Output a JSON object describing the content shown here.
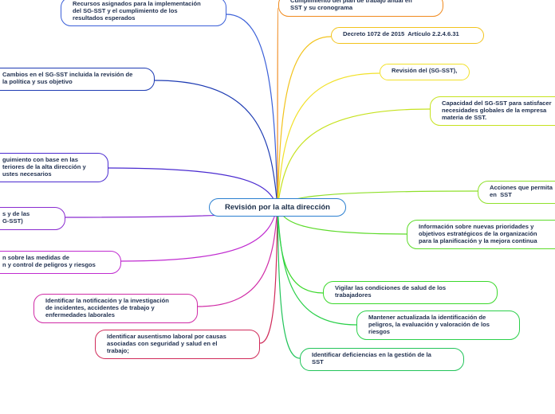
{
  "central": {
    "label": "Revisión por la alta dirección"
  },
  "nodes": [
    {
      "id": "recursos",
      "color": "#3a5fd8",
      "label": "Recursos asignados para la implementación\ndel SG-SST y el cumplimiento de los\nresultados esperados"
    },
    {
      "id": "cambios",
      "color": "#1d3bb3",
      "label": "Cambios en el SG-SST incluida la revisión de\nla política y sus objetivo"
    },
    {
      "id": "seguimiento",
      "color": "#4a2bd0",
      "label": "guimiento con base en las\nteriores de la alta dirección y\nustes necesarios"
    },
    {
      "id": "ley",
      "color": "#8a2bd0",
      "label": "s y de las\nG-SST)"
    },
    {
      "id": "medidas",
      "color": "#c02bd0",
      "label": "n sobre las medidas de\nn y control de peligros y riesgos"
    },
    {
      "id": "notificacion",
      "color": "#d02ba6",
      "label": "Identificar la notificación y la investigación\nde incidentes, accidentes de trabajo y\nenfermedades laborales"
    },
    {
      "id": "ausentismo",
      "color": "#d02b5a",
      "label": "Identificar ausentismo laboral por causas\nasociadas con seguridad y salud en el\ntrabajo;"
    },
    {
      "id": "cumplimiento",
      "color": "#f08a1e",
      "label": "Cumplimiento del plan de trabajo anual en\nSST y su cronograma"
    },
    {
      "id": "decreto",
      "color": "#f2c31c",
      "label": "Decreto 1072 de 2015  Artículo 2.2.4.6.31"
    },
    {
      "id": "revision",
      "color": "#f2e12a",
      "label": "Revisión del (SG-SST),"
    },
    {
      "id": "capacidad",
      "color": "#c6e21e",
      "label": "Capacidad del SG-SST para satisfacer\nnecesidades globales de la empresa\nmateria de SST."
    },
    {
      "id": "acciones",
      "color": "#8fe02a",
      "label": "Acciones que permita\nen  SST"
    },
    {
      "id": "informacion",
      "color": "#5ddb2a",
      "label": "Información sobre nuevas prioridades y\nobjetivos estratégicos de la organización\npara la planificación y la mejora continua"
    },
    {
      "id": "vigilar",
      "color": "#3ad82a",
      "label": "Vigilar las condiciones de salud de los\ntrabajadores"
    },
    {
      "id": "mantener",
      "color": "#2bd04a",
      "label": "Mantener actualizada la identificación de\npeligros, la evaluación y valoración de los\nriesgos"
    },
    {
      "id": "deficiencias",
      "color": "#22c45a",
      "label": "Identificar deficiencias en la gestión de la\nSST"
    }
  ]
}
